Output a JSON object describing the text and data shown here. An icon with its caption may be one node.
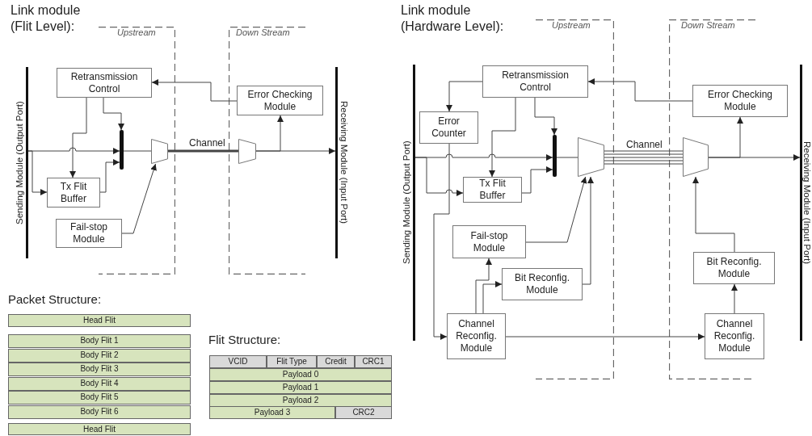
{
  "diagram": {
    "nodes": [
      {
        "text": [
          "Sending Module (Output Port)"
        ]
      },
      {
        "text": [
          "Receiving Module (Input Port)"
        ]
      },
      {
        "text": [
          "Retransmission Control"
        ]
      },
      {
        "text": [
          "Error Checking Module"
        ]
      },
      {
        "text": [
          "Tx Flit Buffer"
        ]
      },
      {
        "text": [
          "Fail-stop Module"
        ]
      },
      {
        "text": [],
        "shape": "bar"
      },
      {
        "text": [],
        "shape": "trapezoid"
      },
      {
        "text": [],
        "shape": "trapezoid"
      },
      {
        "text": [
          "Sending Module (Output Port)"
        ]
      },
      {
        "text": [
          "Receiving Module (Input Port)"
        ]
      },
      {
        "text": [
          "Retransmission Control"
        ]
      },
      {
        "text": [
          "Error Checking Module"
        ]
      },
      {
        "text": [
          "Error Counter"
        ]
      },
      {
        "text": [
          "Tx Flit Buffer"
        ]
      },
      {
        "text": [
          "Fail-stop Module"
        ]
      },
      {
        "text": [
          "Bit Reconfig. Module"
        ]
      },
      {
        "text": [
          "Channel Reconfig. Module"
        ]
      },
      {
        "text": [
          "Bit Reconfig. Module"
        ]
      },
      {
        "text": [
          "Channel Reconfig. Module"
        ]
      },
      {
        "text": [],
        "shape": "bar"
      },
      {
        "text": [],
        "shape": "trapezoid"
      },
      {
        "text": [],
        "shape": "trapezoid"
      }
    ],
    "edges": [
      {
        "from": 0,
        "to": 6,
        "arrow": "to"
      },
      {
        "from": 0,
        "to": 4,
        "arrow": "to"
      },
      {
        "from": 2,
        "to": 6,
        "arrow": "to"
      },
      {
        "from": 2,
        "to": 4,
        "arrow": "to"
      },
      {
        "from": 4,
        "to": 6,
        "arrow": "to"
      },
      {
        "from": 5,
        "to": 7,
        "arrow": "to"
      },
      {
        "from": 6,
        "to": 7,
        "arrow": "none"
      },
      {
        "from": 7,
        "to": 8,
        "arrow": "none",
        "label": "Channel",
        "style": "thick"
      },
      {
        "from": 8,
        "to": 1,
        "arrow": "to"
      },
      {
        "from": 8,
        "to": 3,
        "arrow": "to"
      },
      {
        "from": 3,
        "to": 2,
        "arrow": "to"
      },
      {
        "from": 11,
        "to": 13,
        "arrow": "to"
      },
      {
        "from": 11,
        "to": 14,
        "arrow": "to"
      },
      {
        "from": 11,
        "to": 20,
        "arrow": "to"
      },
      {
        "from": 9,
        "to": 20,
        "arrow": "to"
      },
      {
        "from": 9,
        "to": 14,
        "arrow": "to"
      },
      {
        "from": 14,
        "to": 20,
        "arrow": "to"
      },
      {
        "from": 13,
        "to": 17,
        "arrow": "to"
      },
      {
        "from": 15,
        "to": 21,
        "arrow": "to"
      },
      {
        "from": 16,
        "to": 21,
        "arrow": "to"
      },
      {
        "from": 17,
        "to": 15,
        "arrow": "to"
      },
      {
        "from": 17,
        "to": 16,
        "arrow": "to"
      },
      {
        "from": 17,
        "to": 19,
        "arrow": "to"
      },
      {
        "from": 19,
        "to": 18,
        "arrow": "to"
      },
      {
        "from": 18,
        "to": 22,
        "arrow": "to"
      },
      {
        "from": 20,
        "to": 21,
        "arrow": "none"
      },
      {
        "from": 21,
        "to": 22,
        "arrow": "none",
        "label": "Channel"
      },
      {
        "from": 22,
        "to": 10,
        "arrow": "to"
      },
      {
        "from": 22,
        "to": 12,
        "arrow": "to"
      },
      {
        "from": 12,
        "to": 11,
        "arrow": "to"
      }
    ],
    "labels": [
      "Link module (Flit Level):",
      "Upstream",
      "Down Stream",
      "Link module (Hardware Level):",
      "Upstream",
      "Down Stream",
      "Packet Structure:",
      "Head Flit",
      "Body Flit 1",
      "Body Flit 2",
      "Body Flit 3",
      "Body Flit 4",
      "Body Flit 5",
      "Body Flit 6",
      "Head Flit",
      "Flit Structure:",
      "VCID",
      "Flit Type",
      "Credit",
      "CRC1",
      "Payload 0",
      "Payload 1",
      "Payload 2",
      "Payload 3",
      "CRC2"
    ]
  }
}
